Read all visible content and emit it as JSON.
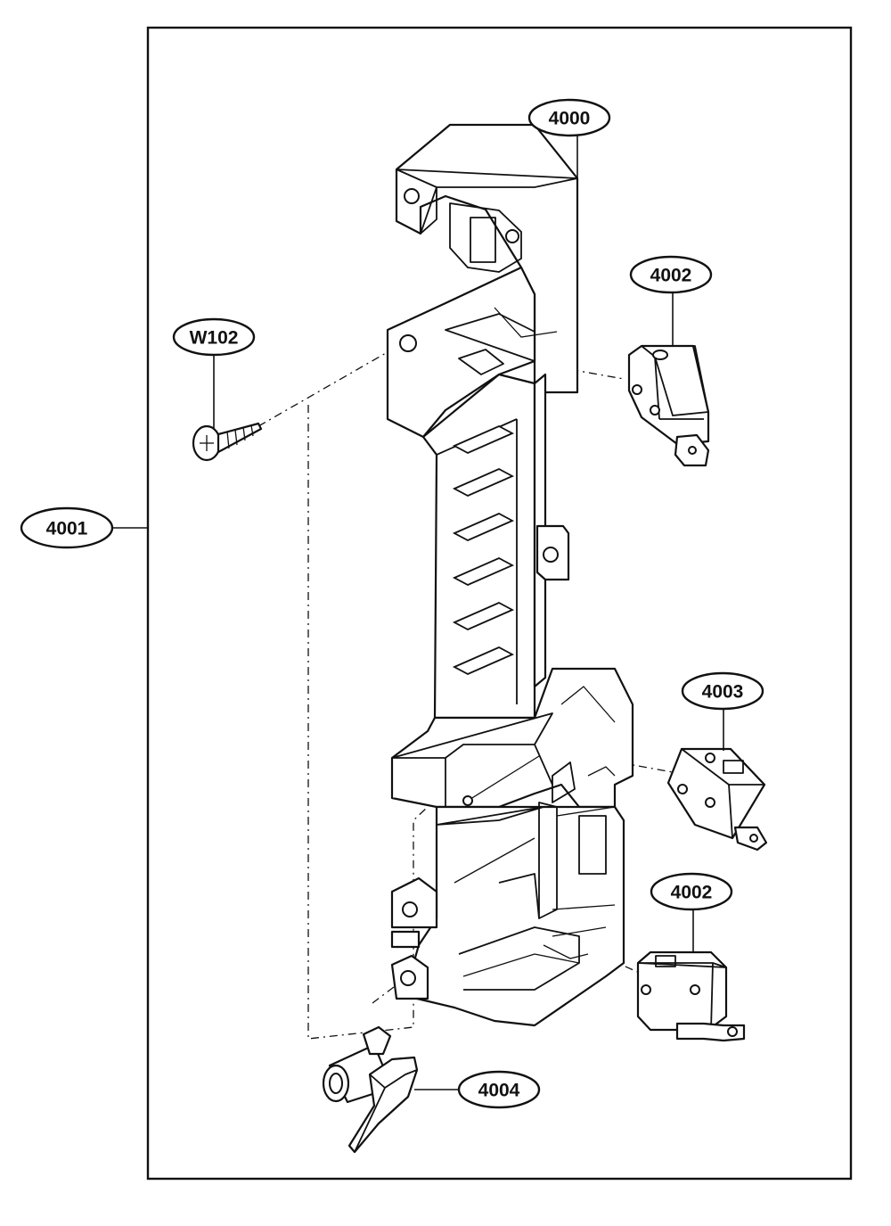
{
  "diagram": {
    "callouts": {
      "assembly": "4001",
      "latch_board": "4000",
      "switch_top": "4002",
      "screw": "W102",
      "switch_middle": "4003",
      "switch_bottom": "4002",
      "lever": "4004"
    }
  }
}
